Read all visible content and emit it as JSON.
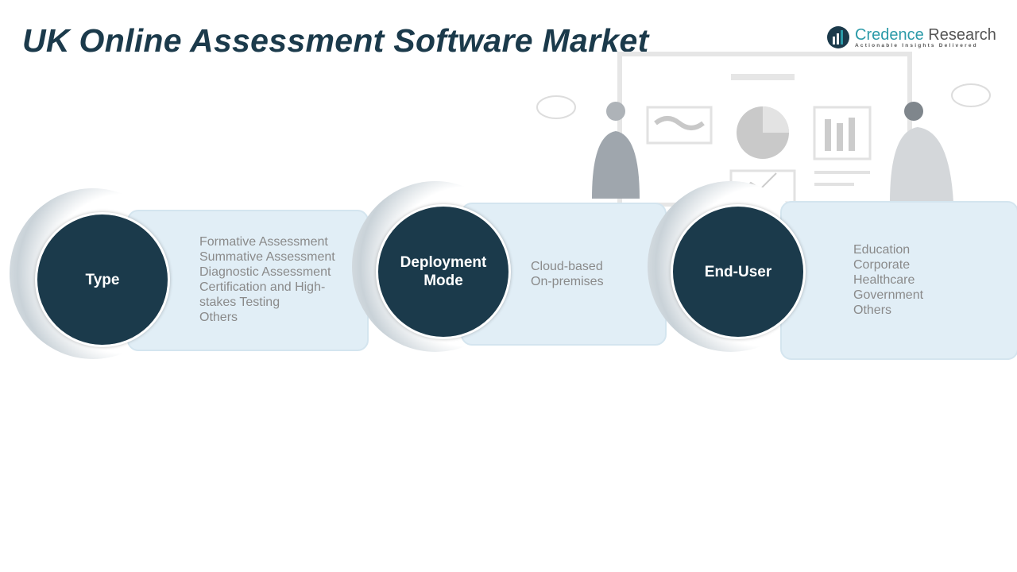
{
  "title": "UK Online Assessment Software Market",
  "logo": {
    "name_a": "Credence",
    "name_b": "Research",
    "tagline": "Actionable Insights Delivered"
  },
  "segments": [
    {
      "label": "Type",
      "items": [
        "Formative Assessment",
        "Summative Assessment",
        "Diagnostic Assessment",
        "Certification and High-stakes Testing",
        "Others"
      ]
    },
    {
      "label": "Deployment Mode",
      "items": [
        "Cloud-based",
        "On-premises"
      ]
    },
    {
      "label": "End-User",
      "items": [
        "Education",
        "Corporate",
        "Healthcare",
        "Government",
        "Others"
      ]
    }
  ],
  "colors": {
    "dark": "#1b3a4b",
    "box": "#e1eef6",
    "accent": "#2b9aa8"
  }
}
